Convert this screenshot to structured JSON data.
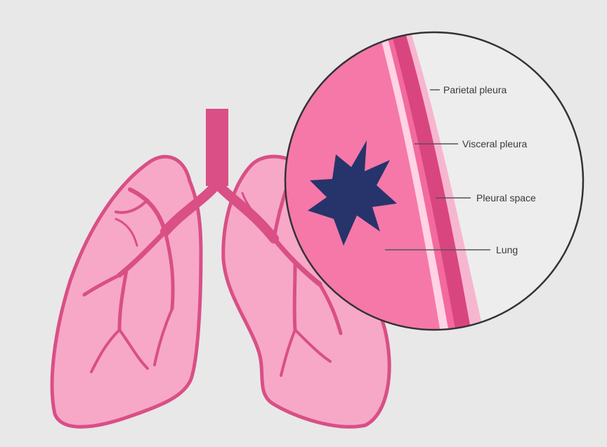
{
  "labels": {
    "parietal_pleura": "Parietal pleura",
    "visceral_pleura": "Visceral pleura",
    "pleural_space": "Pleural space",
    "lung": "Lung"
  },
  "colors": {
    "background": "#e8e8e8",
    "lung_fill": "#f7a8c7",
    "lung_outline": "#d94f86",
    "bronchi": "#d94f86",
    "zoom_lung": "#f578a8",
    "visceral_layer": "#ffd3e4",
    "parietal_layer": "#d9457f",
    "outer_tint": "#f7b6cf",
    "circle_border": "#333333",
    "rupture_mark": "#26346b",
    "leader_line": "#555555"
  },
  "icons": {
    "rupture": "starburst-icon"
  }
}
